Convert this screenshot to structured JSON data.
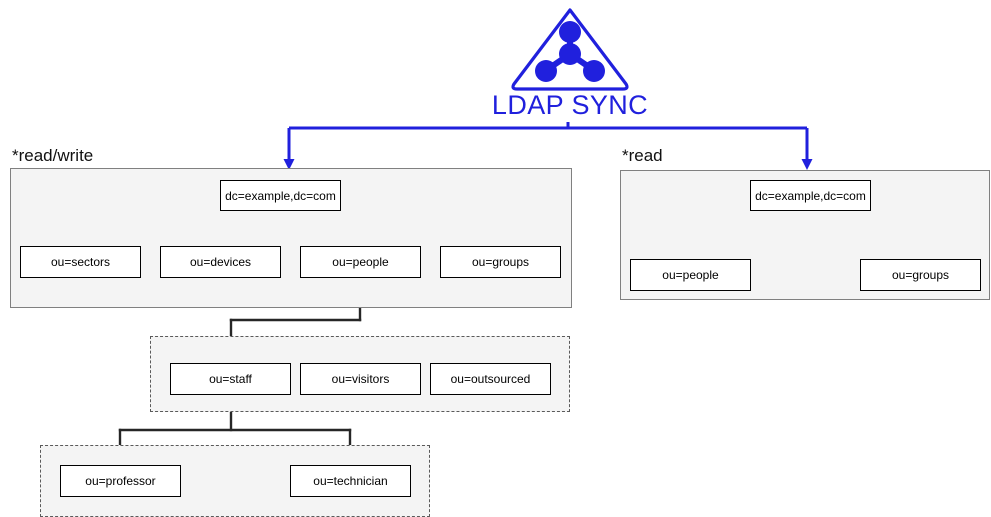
{
  "logo": {
    "name": "ldap-sync-logo",
    "title": "LDAP SYNC",
    "color": "#2020dd",
    "icon": "network-nodes-triangle-icon"
  },
  "zones": [
    {
      "id": "rw",
      "label": "*read/write"
    },
    {
      "id": "ro",
      "label": "*read"
    }
  ],
  "left_tree": {
    "root": "dc=example,dc=com",
    "children": [
      "ou=sectors",
      "ou=devices",
      "ou=people",
      "ou=groups"
    ],
    "people_children": [
      "ou=staff",
      "ou=visitors",
      "ou=outsourced"
    ],
    "staff_children": [
      "ou=professor",
      "ou=technician"
    ]
  },
  "right_tree": {
    "root": "dc=example,dc=com",
    "children": [
      "ou=people",
      "ou=groups"
    ]
  },
  "colors": {
    "accent": "#2020dd",
    "panel_fill": "#f4f4f4",
    "panel_border": "#808080",
    "dashed_border": "#5a5a5a",
    "node_border": "#000000",
    "edge": "#000000",
    "edge_thick": "#262626"
  }
}
